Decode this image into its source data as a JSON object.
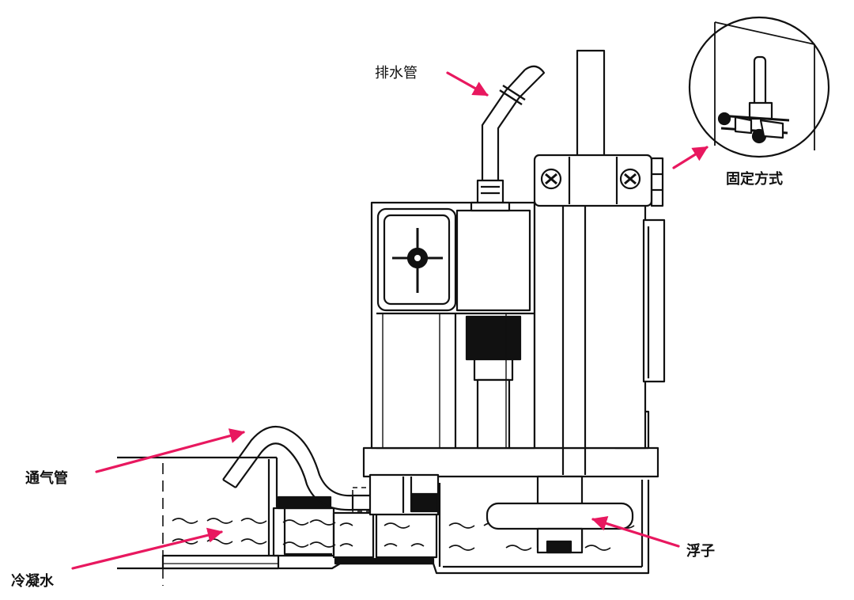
{
  "labels": {
    "drain_pipe": "排水管",
    "mounting_method": "固定方式",
    "vent_pipe": "通气管",
    "float": "浮子",
    "condensate": "冷凝水"
  },
  "colors": {
    "arrow": "#e8185f",
    "line": "#111111",
    "fill_dark": "#111111",
    "fill_light": "#ffffff"
  }
}
